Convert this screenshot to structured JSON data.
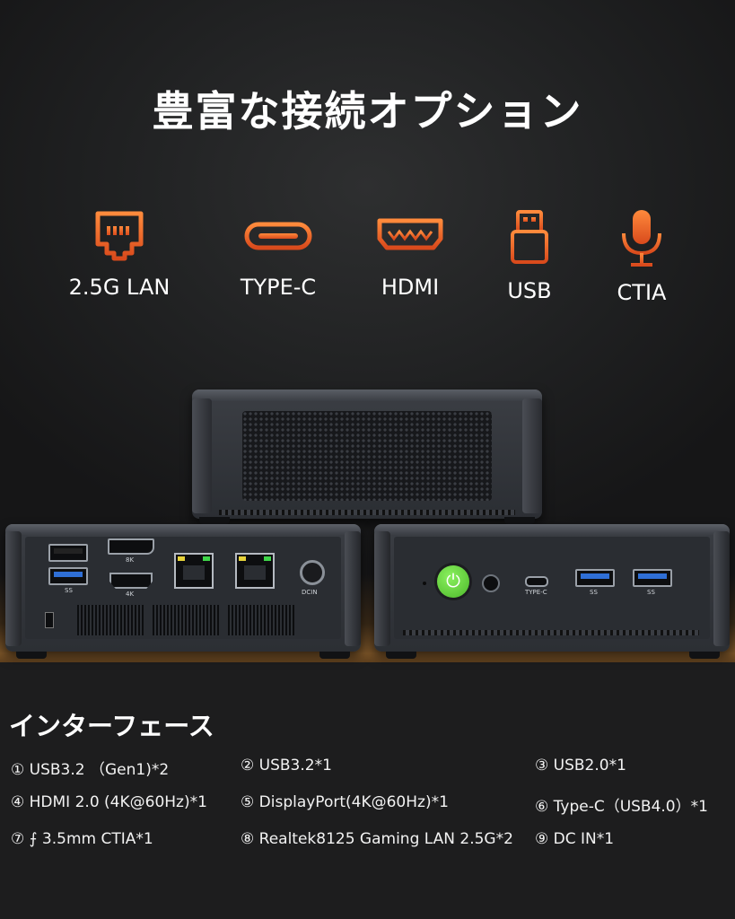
{
  "headline": "豊富な接続オプション",
  "features": [
    {
      "label": "2.5G LAN",
      "icon": "ethernet-port-icon"
    },
    {
      "label": "TYPE-C",
      "icon": "usb-c-port-icon"
    },
    {
      "label": "HDMI",
      "icon": "hdmi-port-icon"
    },
    {
      "label": "USB",
      "icon": "usb-drive-icon"
    },
    {
      "label": "CTIA",
      "icon": "microphone-icon"
    }
  ],
  "accent_color": "#e8642a",
  "device": {
    "port_labels": {
      "hdmi_8k": "8K",
      "hdmi_4k": "4K",
      "dcin": "DCIN",
      "typec": "TYPE-C",
      "ss": "SS"
    }
  },
  "interface": {
    "title": "インターフェース",
    "items": [
      "① USB3.2 （Gen1)*2",
      "② USB3.2*1",
      "③ USB2.0*1",
      "④ HDMI 2.0 (4K@60Hz)*1",
      "⑤ DisplayPort(4K@60Hz)*1",
      "⑥ Type-C（USB4.0）*1",
      "⑦ ⨍ 3.5mm CTIA*1",
      "⑧ Realtek8125 Gaming LAN 2.5G*2",
      "⑨ DC IN*1"
    ]
  }
}
